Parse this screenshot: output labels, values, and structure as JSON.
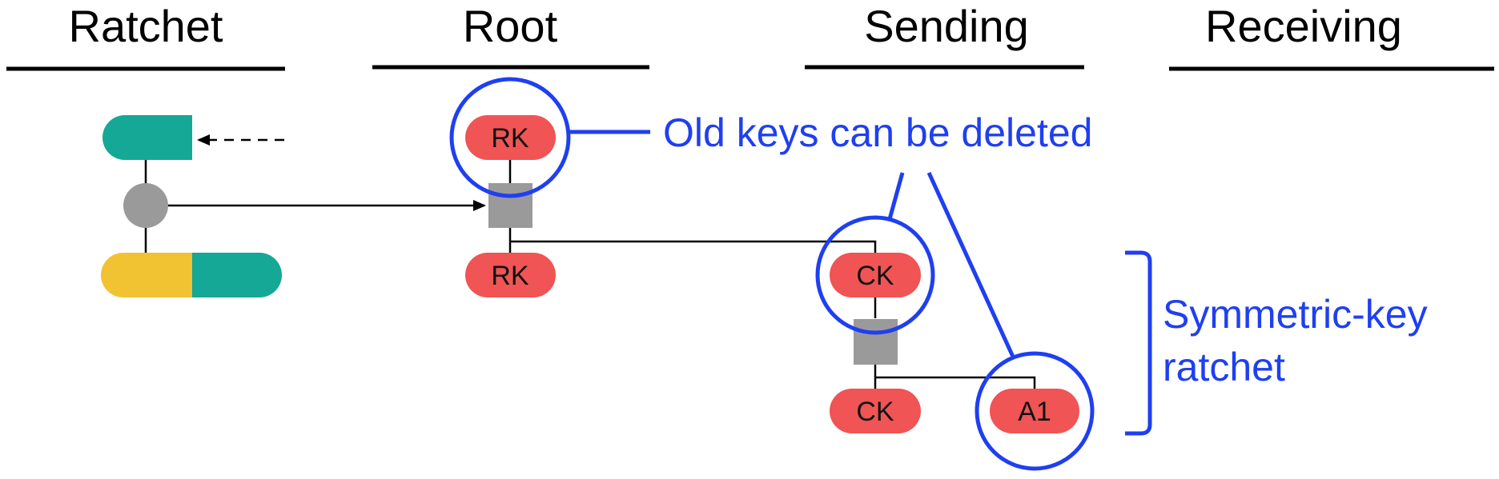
{
  "headers": {
    "ratchet": "Ratchet",
    "root": "Root",
    "sending": "Sending",
    "receiving": "Receiving"
  },
  "keys": {
    "root_key_top": "RK",
    "root_key_bottom": "RK",
    "chain_key_top": "CK",
    "chain_key_bottom": "CK",
    "message_key": "A1"
  },
  "annotations": {
    "old_keys": "Old keys can be deleted",
    "symmetric_line1": "Symmetric-key",
    "symmetric_line2": "ratchet"
  },
  "colors": {
    "teal": "#15a896",
    "yellow": "#f1c232",
    "key_red": "#f05454",
    "kdf_gray": "#9a9a9a",
    "highlight_blue": "#1f3ff0",
    "line": "#000000"
  }
}
